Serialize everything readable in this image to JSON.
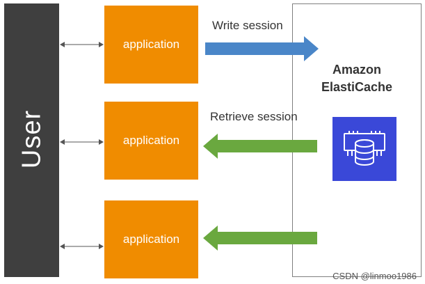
{
  "user": {
    "label": "User"
  },
  "applications": [
    {
      "label": "application"
    },
    {
      "label": "application"
    },
    {
      "label": "application"
    }
  ],
  "cache": {
    "title_line1": "Amazon",
    "title_line2": "ElastiCache",
    "icon": "elasticache-database-icon"
  },
  "flows": {
    "write_label": "Write session",
    "retrieve_label": "Retrieve session"
  },
  "watermark": "CSDN @linmoo1986",
  "colors": {
    "user_bar": "#3f3f3f",
    "app_box": "#f08c00",
    "write_arrow": "#4a86c8",
    "retrieve_arrow": "#6aa83f",
    "cache_icon_bg": "#3a48d8",
    "panel_border": "#7f7f7f"
  }
}
